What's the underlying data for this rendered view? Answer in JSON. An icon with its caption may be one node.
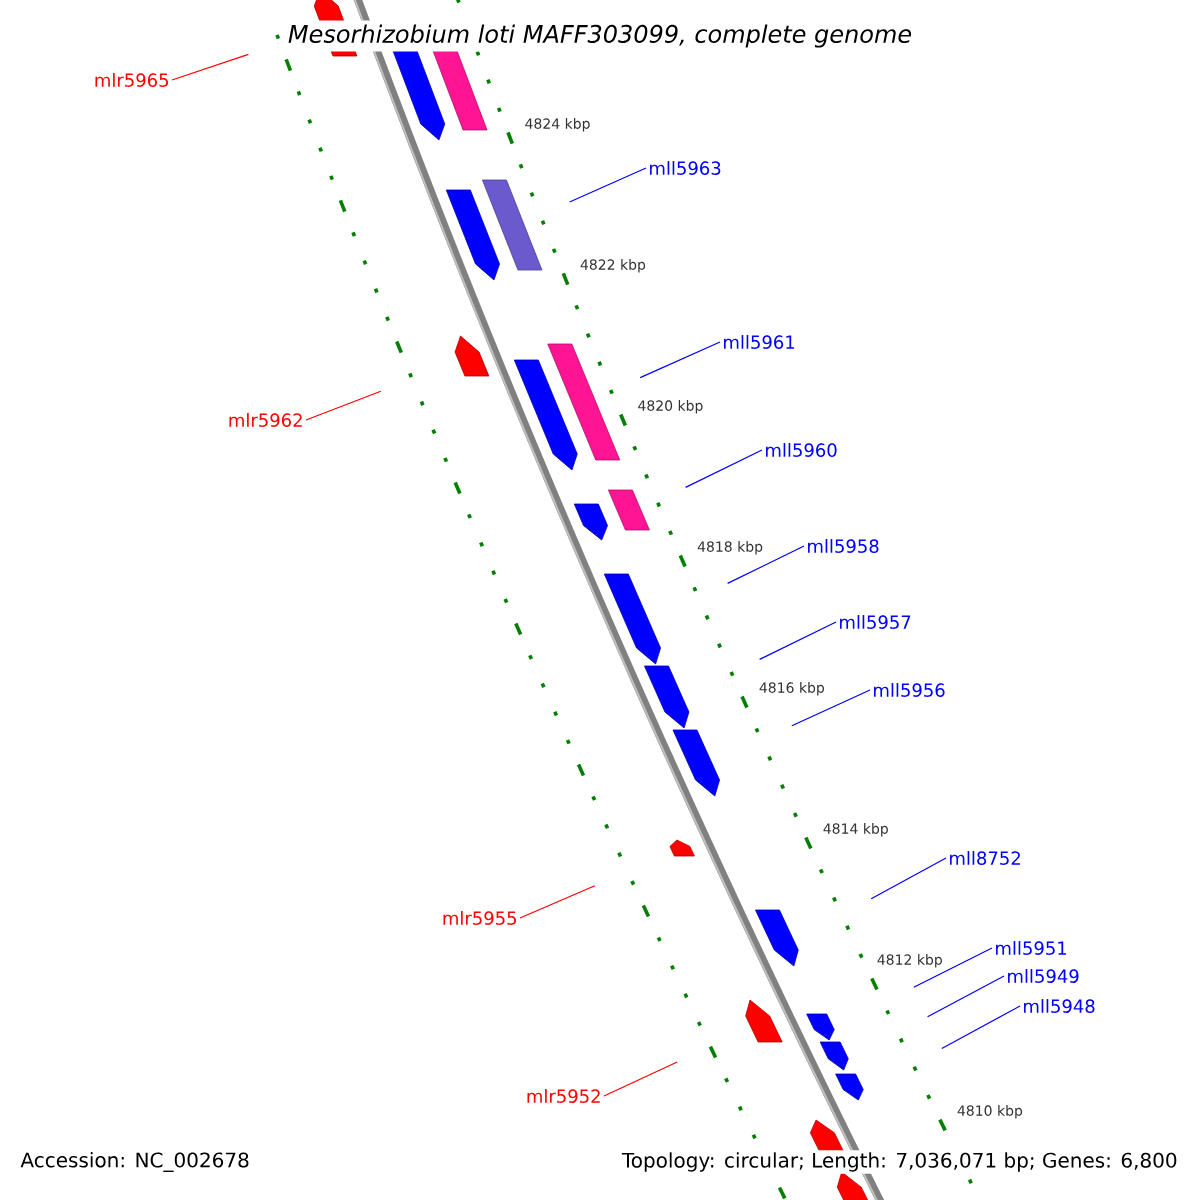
{
  "diagram": {
    "title": "Mesorhizobium loti MAFF303099, complete genome",
    "nodes": [
      {
        "text": [
          "mlr5965"
        ]
      },
      {
        "text": [
          "mll5963"
        ]
      },
      {
        "text": [
          "mll5961"
        ]
      },
      {
        "text": [
          "mlr5962"
        ]
      },
      {
        "text": [
          "mll5960"
        ]
      },
      {
        "text": [
          "mll5958"
        ]
      },
      {
        "text": [
          "mll5957"
        ]
      },
      {
        "text": [
          "mll5956"
        ]
      },
      {
        "text": [
          "mll8752"
        ]
      },
      {
        "text": [
          "mlr5955"
        ]
      },
      {
        "text": [
          "mll5951"
        ]
      },
      {
        "text": [
          "mll5949"
        ]
      },
      {
        "text": [
          "mll5948"
        ]
      },
      {
        "text": [
          "mlr5952"
        ]
      }
    ],
    "edges": [
      {
        "from": 0,
        "to": null,
        "arrow": "none",
        "color": "#ff0000"
      },
      {
        "from": 1,
        "to": null,
        "arrow": "none"
      },
      {
        "from": 2,
        "to": null,
        "arrow": "none"
      },
      {
        "from": 3,
        "to": null,
        "arrow": "none",
        "color": "#ff0000"
      },
      {
        "from": 4,
        "to": null,
        "arrow": "none"
      },
      {
        "from": 5,
        "to": null,
        "arrow": "none"
      },
      {
        "from": 6,
        "to": null,
        "arrow": "none"
      },
      {
        "from": 7,
        "to": null,
        "arrow": "none"
      },
      {
        "from": 8,
        "to": null,
        "arrow": "none"
      },
      {
        "from": 9,
        "to": null,
        "arrow": "none",
        "color": "#ff0000"
      },
      {
        "from": 10,
        "to": null,
        "arrow": "none"
      },
      {
        "from": 11,
        "to": null,
        "arrow": "none"
      },
      {
        "from": 12,
        "to": null,
        "arrow": "none"
      },
      {
        "from": 13,
        "to": null,
        "arrow": "none",
        "color": "#ff0000"
      }
    ],
    "labels": [
      "4824 kbp",
      "4822 kbp",
      "4820 kbp",
      "4818 kbp",
      "4816 kbp",
      "4814 kbp",
      "4812 kbp",
      "4810 kbp",
      "Accession: NC_002678",
      "Topology: circular; Length: 7,036,071 bp; Genes: 6,800"
    ]
  }
}
